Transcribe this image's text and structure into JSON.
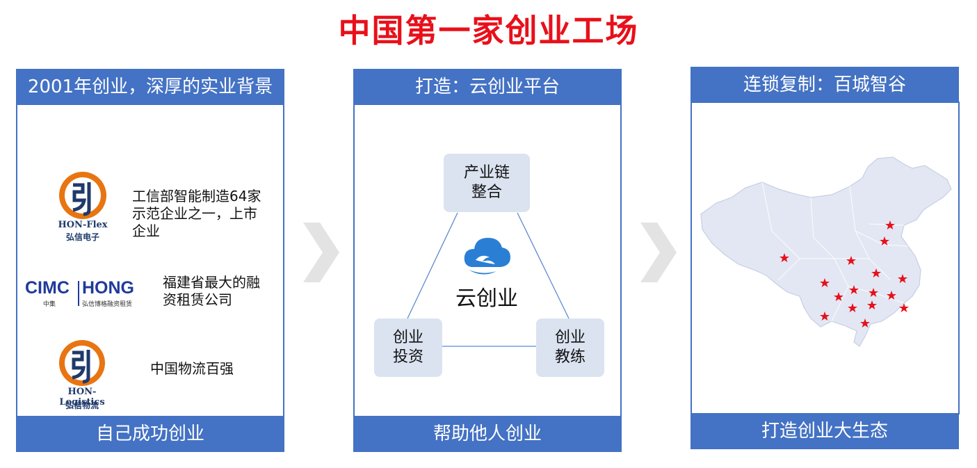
{
  "title": "中国第一家创业工场",
  "panels": [
    {
      "header": "2001年创业，深厚的实业背景",
      "footer": "自己成功创业",
      "items": [
        {
          "logo_name": "HON-Flex",
          "logo_sub": "弘信电子",
          "text_lines": [
            "工信部智能制造64家",
            "示范企业之一，上市",
            "企业"
          ]
        },
        {
          "logo_left": "CIMC",
          "logo_left_sub": "中集",
          "logo_right": "HONG",
          "logo_right_sub": "弘信博格融资租赁",
          "text_lines": [
            "福建省最大的融",
            "资租赁公司"
          ]
        },
        {
          "logo_name": "HON-Logistics",
          "logo_sub": "弘信物流",
          "text_lines": [
            "中国物流百强"
          ]
        }
      ]
    },
    {
      "header": "打造：云创业平台",
      "footer": "帮助他人创业",
      "center": "云创业",
      "nodes": [
        {
          "lines": [
            "产业链",
            "整合"
          ]
        },
        {
          "lines": [
            "创业",
            "投资"
          ]
        },
        {
          "lines": [
            "创业",
            "教练"
          ]
        }
      ]
    },
    {
      "header": "连锁复制：百城智谷",
      "footer": "打造创业大生态"
    }
  ],
  "colors": {
    "accent": "#4472c4",
    "title": "#e8101a",
    "node_fill": "#dbe3f1",
    "map_fill": "#e4e9f4",
    "star": "#e8101a"
  }
}
